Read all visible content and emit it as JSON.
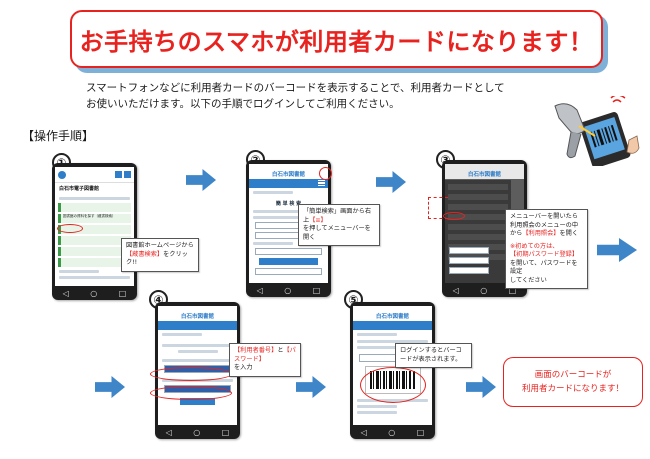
{
  "title": "お手持ちのスマホが利用者カードになります！",
  "intro": {
    "line1": "スマートフォンなどに利用者カードのバーコードを表示することで、利用者カードとして",
    "line2": "お使いいただけます。以下の手順でログインしてご利用ください。"
  },
  "steps_heading": "【操作手順】",
  "steps": [
    {
      "number": "①",
      "screen_title": "白石市電子図書館",
      "menu_item": "図書館の資料を探す（蔵書検索）",
      "callout_line1": "図書館ホームページから",
      "callout_highlight": "【蔵書検索】",
      "callout_line2": "をクリック!!"
    },
    {
      "number": "②",
      "screen_title": "白石市図書館",
      "screen_heading": "簡 単 検 索",
      "callout_line1": "「簡単検索」画面から右上",
      "callout_highlight": "【≡】",
      "callout_line2": "を押してメニューバーを開く"
    },
    {
      "number": "③",
      "screen_title": "白石市図書館",
      "callout_line1": "メニューバーを開いたら",
      "callout_line2": "利用照会のメニューの中",
      "callout_line3a": "から",
      "callout_highlight": "【利用照会】",
      "callout_line3b": "を開く",
      "note_line1": "※初めての方は、",
      "note_highlight": "【初期パスワード登録】",
      "note_line2": "を開いて、パスワードを設定",
      "note_line3": "してください"
    },
    {
      "number": "④",
      "screen_title": "白石市図書館",
      "callout_highlight1": "【利用者番号】",
      "callout_mid": "と",
      "callout_highlight2": "【パスワード】",
      "callout_line2": "を入力"
    },
    {
      "number": "⑤",
      "screen_title": "白石市図書館",
      "callout_line1": "ログインするとバーコ",
      "callout_line2": "ードが表示されます。"
    }
  ],
  "result": {
    "line1": "画面のバーコードが",
    "line2": "利用者カードになります！"
  },
  "colors": {
    "title_red": "#e8231f",
    "arrow_blue": "#3f86c8",
    "header_blue": "#2f7ec9",
    "shadow_blue": "#7fb1d8"
  }
}
